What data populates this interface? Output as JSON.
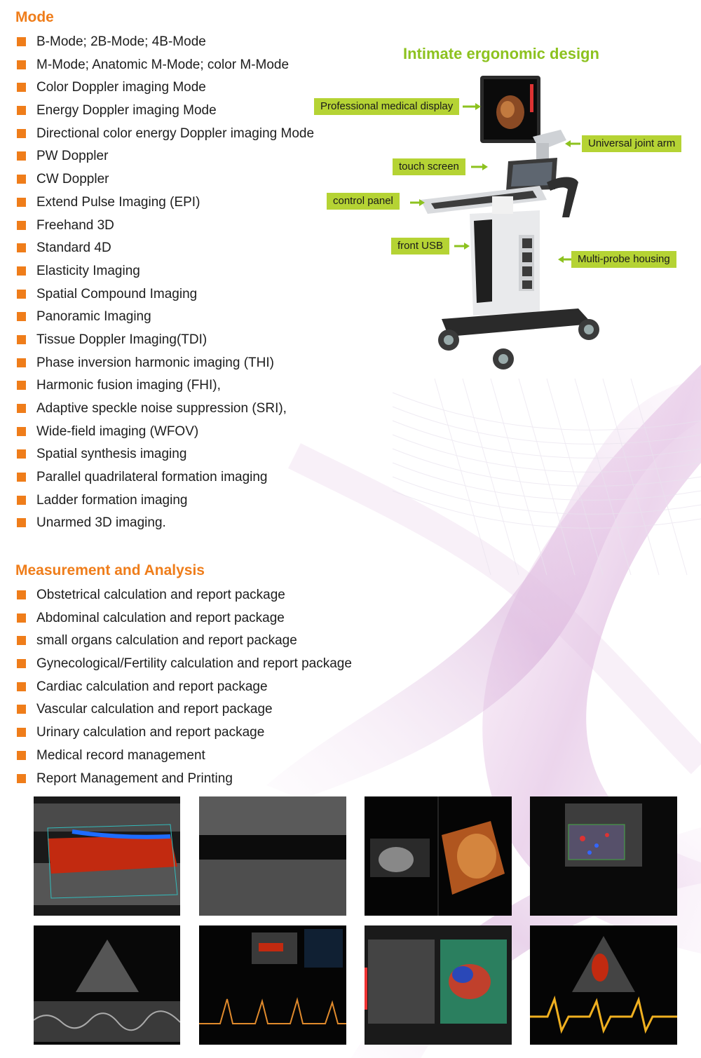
{
  "mode": {
    "title": "Mode",
    "items": [
      "B-Mode; 2B-Mode; 4B-Mode",
      "M-Mode; Anatomic M-Mode; color M-Mode",
      "Color Doppler imaging Mode",
      "Energy Doppler imaging Mode",
      "Directional color energy Doppler imaging Mode",
      "PW Doppler",
      "CW Doppler",
      "Extend Pulse Imaging (EPI)",
      "Freehand 3D",
      "Standard 4D",
      "Elasticity Imaging",
      "Spatial Compound Imaging",
      "Panoramic Imaging",
      "Tissue Doppler Imaging(TDI)",
      "Phase inversion harmonic imaging (THI)",
      "Harmonic fusion imaging (FHI),",
      "Adaptive speckle noise suppression (SRI),",
      "Wide-field imaging (WFOV)",
      "Spatial synthesis imaging",
      "Parallel quadrilateral formation imaging",
      "Ladder formation imaging",
      "Unarmed 3D imaging."
    ]
  },
  "ergonomic": {
    "title": "Intimate ergonomic design",
    "callouts": {
      "display": "Professional medical display",
      "arm": "Universal joint arm",
      "touch": "touch screen",
      "panel": "control panel",
      "usb": "front USB",
      "probe": "Multi-probe housing"
    }
  },
  "measurement": {
    "title": "Measurement and Analysis",
    "items": [
      "Obstetrical calculation and report package",
      "Abdominal calculation and report package",
      "small organs calculation and report package",
      "Gynecological/Fertility calculation and report package",
      "Cardiac calculation and report package",
      "Vascular calculation and report package",
      "Urinary calculation and report package",
      "Medical record management",
      "Report Management and Printing"
    ]
  },
  "colors": {
    "section_title": "#ef7d1a",
    "bullet": "#ef7d1a",
    "ergonomic_title": "#8dc21f",
    "callout_bg": "#b5d334",
    "callout_arrow": "#8dc21f"
  },
  "thumbnails": [
    {
      "name": "color-doppler-vessel"
    },
    {
      "name": "b-mode-vessel"
    },
    {
      "name": "fetal-3d-4d"
    },
    {
      "name": "thyroid-color-doppler"
    },
    {
      "name": "cardiac-m-mode"
    },
    {
      "name": "pw-doppler-spectrum"
    },
    {
      "name": "elasticity-imaging"
    },
    {
      "name": "tissue-doppler-cardiac"
    }
  ]
}
